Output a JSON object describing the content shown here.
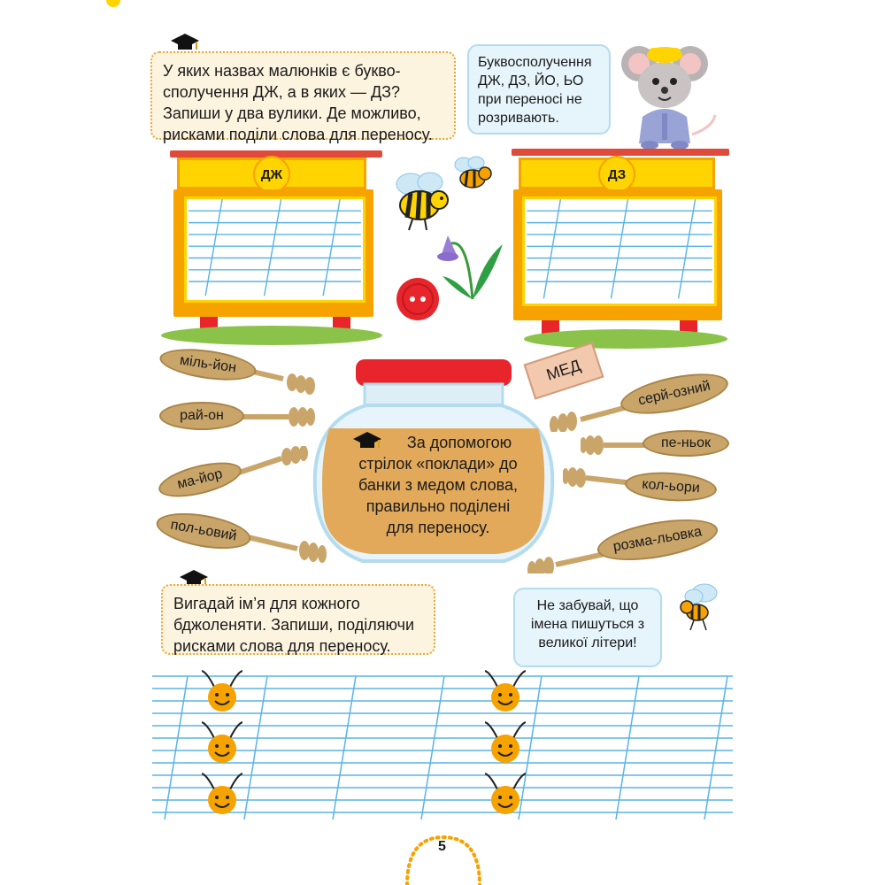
{
  "task1": {
    "text": "У яких назвах малюнків є букво-сполучення ДЖ, а в яких — ДЗ? Запиши у два вулики. Де можливо, рисками поділи слова для переносу."
  },
  "rule_bubble": {
    "text": "Буквосполучення ДЖ, ДЗ, ЙО, ЬО при переносі не розривають."
  },
  "hives": [
    {
      "label": "ДЖ"
    },
    {
      "label": "ДЗ"
    }
  ],
  "jar": {
    "tag": "МЕД",
    "text": "За допомогою стрілок «поклади» до банки з медом слова, правильно поділені для переносу."
  },
  "spoons_left": [
    {
      "word": "міль-йон"
    },
    {
      "word": "рай-он"
    },
    {
      "word": "ма-йор"
    },
    {
      "word": "пол-ьовий"
    }
  ],
  "spoons_right": [
    {
      "word": "серй-озний"
    },
    {
      "word": "пе-ньок"
    },
    {
      "word": "кол-ьори"
    },
    {
      "word": "розма-льовка"
    }
  ],
  "task2": {
    "text": "Вигадай ім’я для кожного бджоленяти. Запиши, поділяючи рисками слова для переносу."
  },
  "reminder_bubble": {
    "text": "Не забувай, що імена пишуться з великої літери!"
  },
  "page_number": "5",
  "colors": {
    "accent_orange": "#f6a300",
    "hive_yellow": "#ffd400",
    "honey": "#e2a95a",
    "lid_red": "#e8252a",
    "line_blue": "#5ab4e5"
  }
}
